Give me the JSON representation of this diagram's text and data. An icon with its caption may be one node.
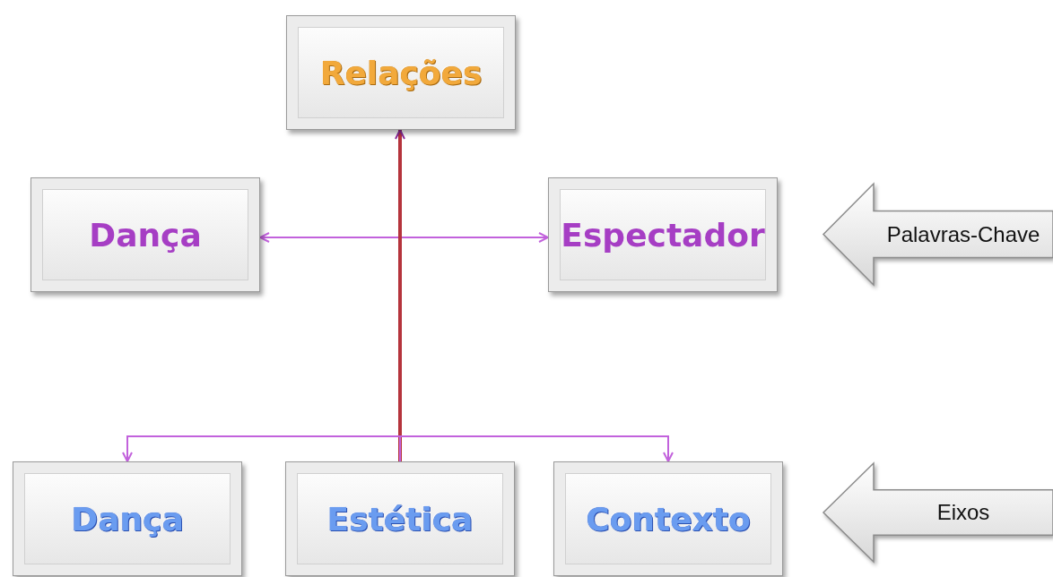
{
  "diagram": {
    "nodes": [
      {
        "text": [
          "Relações"
        ]
      },
      {
        "text": [
          "Dança"
        ]
      },
      {
        "text": [
          "Espectador"
        ]
      },
      {
        "text": [
          "Palavras-Chave"
        ]
      },
      {
        "text": [
          "Dança"
        ]
      },
      {
        "text": [
          "Estética"
        ]
      },
      {
        "text": [
          "Contexto"
        ]
      },
      {
        "text": [
          "Eixos"
        ]
      }
    ],
    "edges": [
      {
        "from": 1,
        "to": 2,
        "arrow": "both"
      },
      {
        "from": 5,
        "to": 0,
        "arrow": "to",
        "style": "thick",
        "color": "#b5343c"
      },
      {
        "from": 5,
        "to": 4,
        "arrow": "to"
      },
      {
        "from": 5,
        "to": 6,
        "arrow": "to"
      }
    ]
  }
}
